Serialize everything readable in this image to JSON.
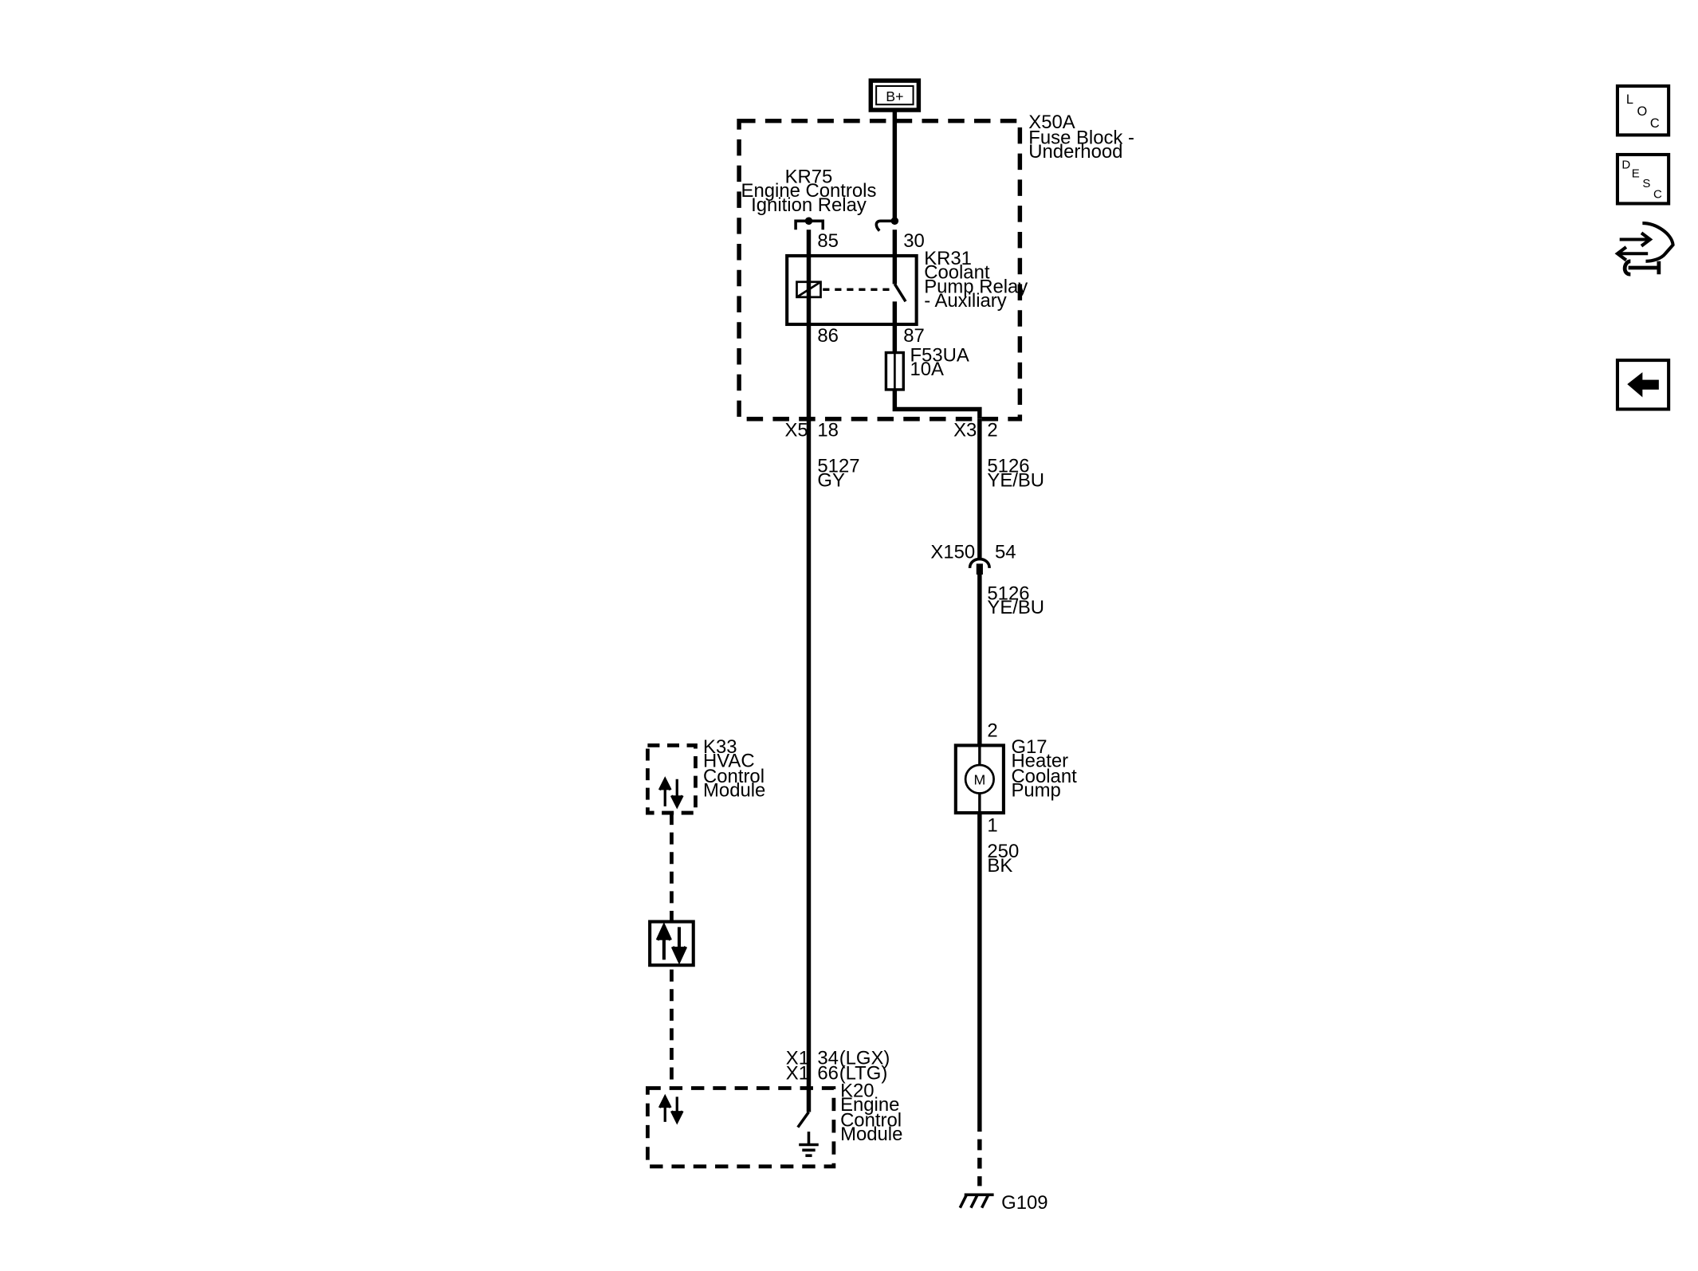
{
  "power": {
    "label": "B+"
  },
  "fuse_block": {
    "id": "X50A",
    "name_line1": "Fuse Block -",
    "name_line2": "Underhood"
  },
  "relay_kr75": {
    "id": "KR75",
    "line1": "Engine Controls",
    "line2": "Ignition Relay"
  },
  "relay_kr31": {
    "id": "KR31",
    "line1": "Coolant",
    "line2": "Pump Relay",
    "line3": "- Auxiliary"
  },
  "relay_pins": {
    "p85": "85",
    "p30": "30",
    "p86": "86",
    "p87": "87"
  },
  "fuse_f53ua": {
    "id": "F53UA",
    "rating": "10A"
  },
  "connectors": {
    "x5": {
      "name": "X5",
      "pin": "18"
    },
    "x3": {
      "name": "X3",
      "pin": "2"
    },
    "x150": {
      "name": "X150",
      "pin": "54"
    },
    "k20_a": {
      "name": "X1",
      "pin": "34",
      "variant": "(LGX)"
    },
    "k20_b": {
      "name": "X1",
      "pin": "66",
      "variant": "(LTG)"
    }
  },
  "wires": {
    "w5127": {
      "circuit": "5127",
      "color": "GY"
    },
    "w5126_top": {
      "circuit": "5126",
      "color": "YE/BU"
    },
    "w5126_bottom": {
      "circuit": "5126",
      "color": "YE/BU"
    },
    "w250": {
      "circuit": "250",
      "color": "BK"
    }
  },
  "pump_g17": {
    "pin_top": "2",
    "pin_bottom": "1",
    "id": "G17",
    "line1": "Heater",
    "line2": "Coolant",
    "line3": "Pump",
    "symbol": "M"
  },
  "module_k33": {
    "id": "K33",
    "line1": "HVAC",
    "line2": "Control",
    "line3": "Module"
  },
  "module_k20": {
    "id": "K20",
    "line1": "Engine",
    "line2": "Control",
    "line3": "Module"
  },
  "ground": {
    "id": "G109"
  },
  "side_nav": {
    "loc": {
      "l1": "L",
      "l2": "O",
      "l3": "C"
    },
    "desc": {
      "l1": "D",
      "l2": "E",
      "l3": "S",
      "l4": "C"
    }
  }
}
